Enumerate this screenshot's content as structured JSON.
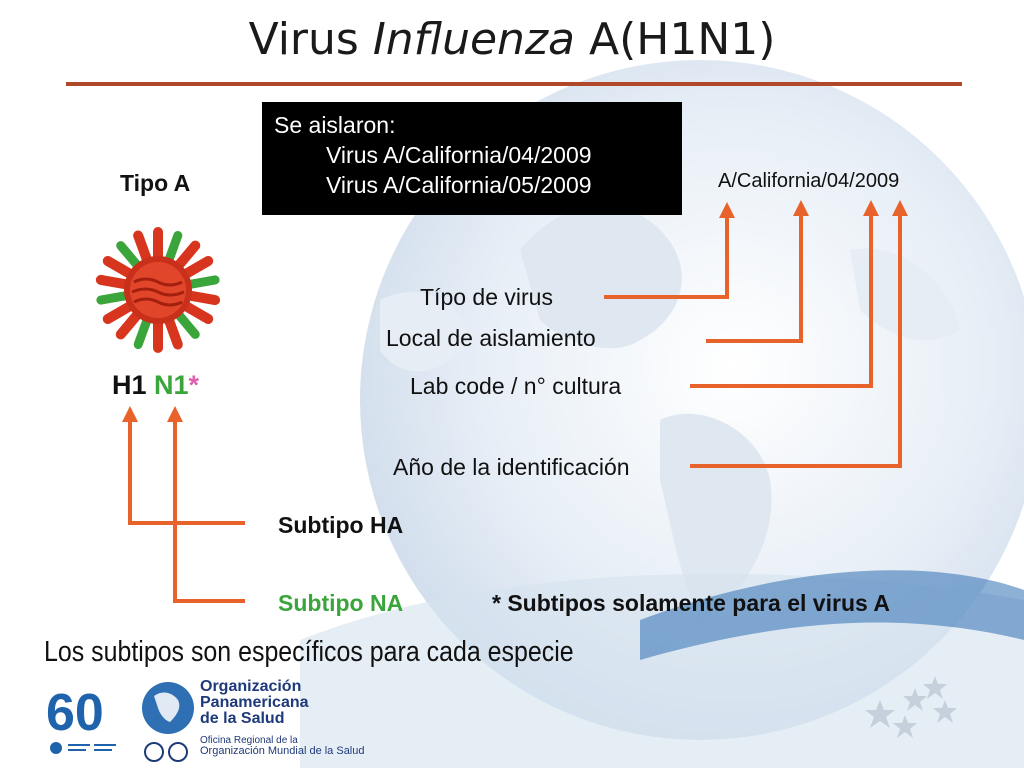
{
  "title": {
    "prefix": "Virus ",
    "italic": "Influenza",
    "suffix": " A(H1N1)"
  },
  "isolated_box": {
    "heading": "Se aislaron:",
    "line1": "Virus A/California/04/2009",
    "line2": "Virus A/California/05/2009"
  },
  "tipo_label": "Tipo A",
  "strain_code": "A/California/04/2009",
  "subtype_h": "H1",
  "subtype_n": "N1",
  "subtype_star": "*",
  "annotations": {
    "tipo_virus": "Típo de virus",
    "local": "Local de aislamiento",
    "lab_code": "Lab code / n°  cultura",
    "anio": "Año de la identificación",
    "subtipo_ha": "Subtipo HA",
    "subtipo_na": "Subtipo NA",
    "note": "* Subtipos solamente para el virus A"
  },
  "footer_text": "Los subtipos son específicos para cada especie",
  "logo": {
    "sixty": "60",
    "org_line1": "Organización",
    "org_line2": "Panamericana",
    "org_line3": "de la Salud",
    "regional_line1": "Oficina Regional de la",
    "regional_line2": "Organización Mundial de la Salud"
  },
  "colors": {
    "arrow": "#e8632b",
    "rule": "#b0482a",
    "green": "#3aa53a",
    "virus_red": "#d8351f"
  }
}
